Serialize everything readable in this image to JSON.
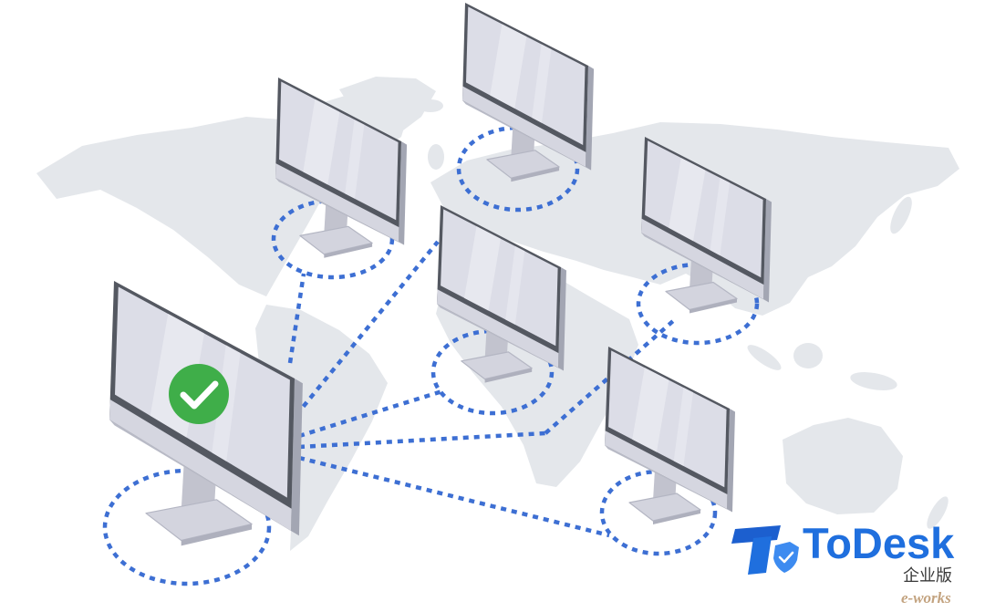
{
  "brand": {
    "name": "ToDesk",
    "edition": "企业版"
  },
  "watermark": {
    "text": "e-works"
  },
  "icons": {
    "status": "check-circle-icon",
    "logo": "todesk-logo-icon",
    "device": "monitor-icon"
  },
  "colors": {
    "brand_blue": "#1f6fde",
    "link_blue": "#3d6fd3",
    "check_green": "#3fae49",
    "map_gray": "#e4e7eb",
    "edition_text": "#3a3a3a",
    "watermark_text": "#b9946a"
  }
}
